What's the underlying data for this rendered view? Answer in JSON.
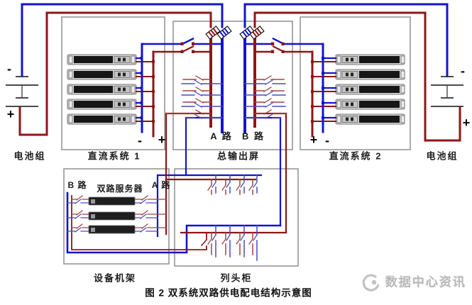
{
  "figure": {
    "caption": "图 2  双系统双路供电配电结构示意图",
    "watermark": "数据中心资讯"
  },
  "labels": {
    "battery_left": "电池组",
    "dc_system_1": "直流系统 1",
    "output_panel": "总输出屏",
    "dc_system_2": "直流系统 2",
    "battery_right": "电池组",
    "bus_a": "A 路",
    "bus_b": "B 路",
    "rack_path_b": "B 路",
    "rack_servers": "双路服务器",
    "rack_path_a": "A 路",
    "equipment_rack": "设备机架",
    "row_head_cabinet": "列头柜"
  },
  "signs": {
    "battery_left_minus": "-",
    "battery_left_plus": "+",
    "dc1_minus": "-",
    "dc1_plus": "+",
    "dc2_plus": "+",
    "dc2_minus": "-",
    "battery_right_minus": "-",
    "battery_right_plus": "+"
  },
  "colors": {
    "wire_blue": "#1414cc",
    "wire_red": "#8e1616",
    "thin_blue": "#4a4ac0",
    "thin_red": "#a34040",
    "box_border": "#8f8f8f",
    "watermark_gray": "#b9b9b9"
  }
}
